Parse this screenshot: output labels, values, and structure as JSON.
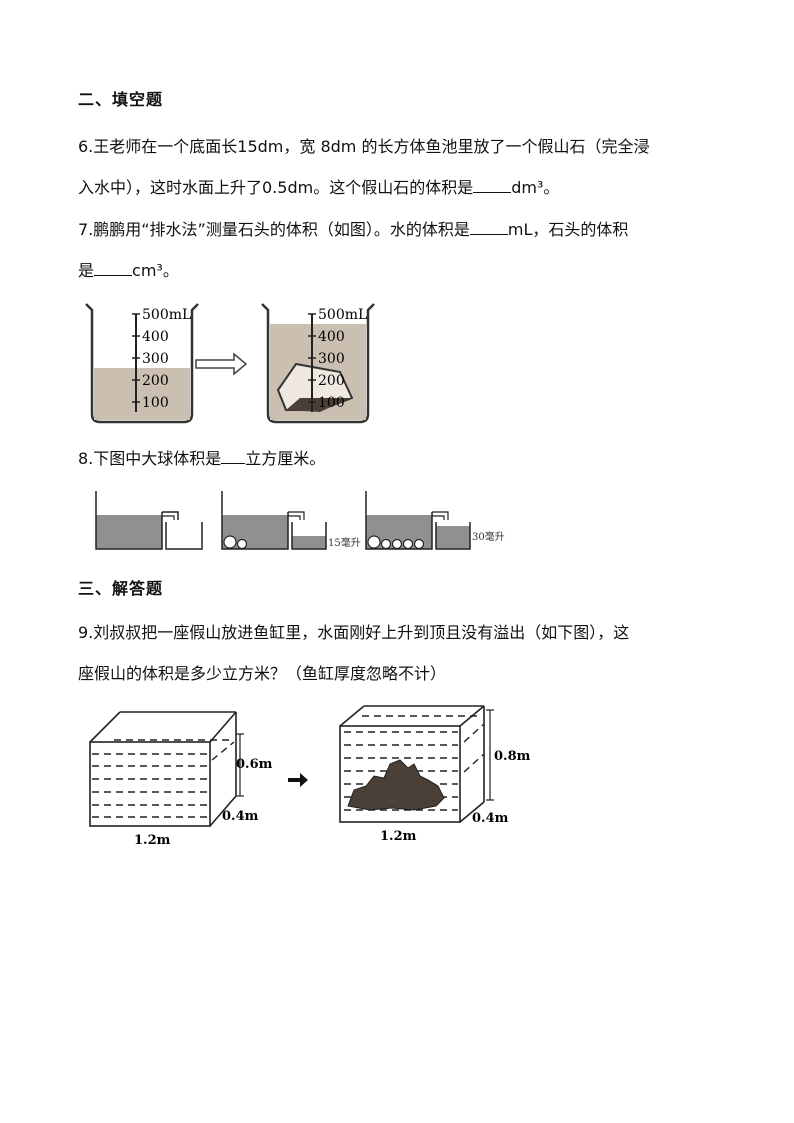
{
  "section2": {
    "title": "二、填空题"
  },
  "q6": {
    "line1": "6.王老师在一个底面长15dm，宽 8dm 的长方体鱼池里放了一个假山石（完全浸",
    "line2_a": "入水中），这时水面上升了0.5dm。这个假山石的体积是",
    "line2_b": "dm³。"
  },
  "q7": {
    "line1_a": "7.鹏鹏用“排水法”测量石头的体积（如图）。水的体积是",
    "line1_b": "mL，石头的体积",
    "line2_a": "是",
    "line2_b": "cm³。",
    "beaker_ticks": [
      "500mL",
      "400",
      "300",
      "200",
      "100"
    ]
  },
  "q8": {
    "text_a": "8.下图中大球体积是",
    "text_b": "立方厘米。",
    "label_15": "15毫升",
    "label_30": "30毫升"
  },
  "section3": {
    "title": "三、解答题"
  },
  "q9": {
    "line1": "9.刘叔叔把一座假山放进鱼缸里，水面刚好上升到顶且没有溢出（如下图），这",
    "line2": "座假山的体积是多少立方米？（鱼缸厚度忽略不计）",
    "tank1": {
      "height": "0.6m",
      "width": "0.4m",
      "length": "1.2m"
    },
    "tank2": {
      "height": "0.8m",
      "width": "0.4m",
      "length": "1.2m"
    }
  },
  "colors": {
    "water": "#cbbfb1",
    "gray_water": "#909090",
    "stone": "#4a4038"
  }
}
